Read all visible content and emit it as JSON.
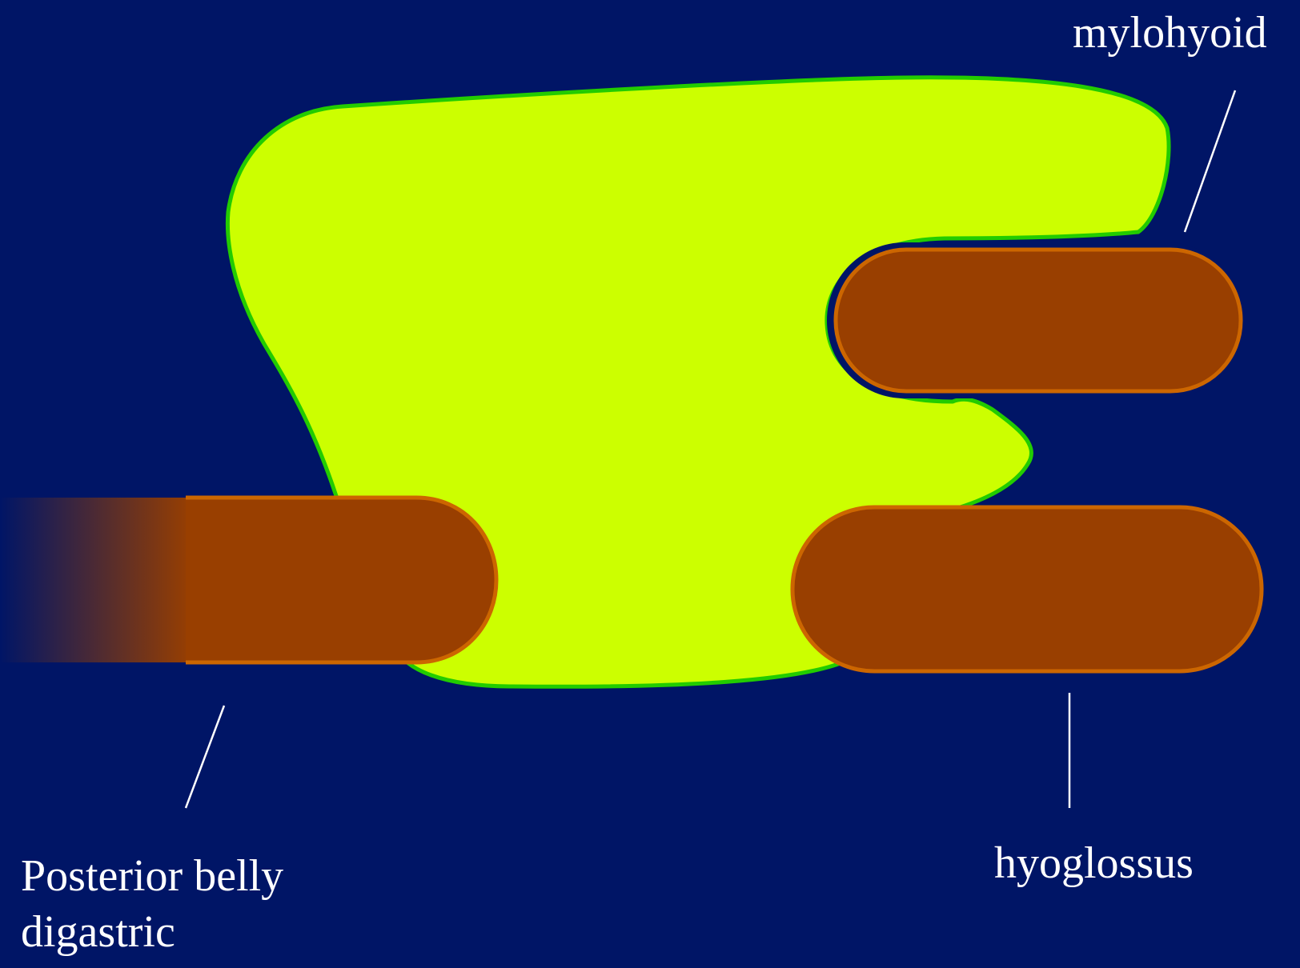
{
  "labels": {
    "mylohyoid": "mylohyoid",
    "hyoglossus": "hyoglossus",
    "posterior_belly_line1": "Posterior belly",
    "posterior_belly_line2": "digastric"
  },
  "colors": {
    "background": "#001566",
    "gland_fill": "#ccff00",
    "gland_outline": "#22cc00",
    "muscle_fill": "#993f00",
    "muscle_outline": "#cc6600",
    "leader_line": "#ffffff"
  }
}
